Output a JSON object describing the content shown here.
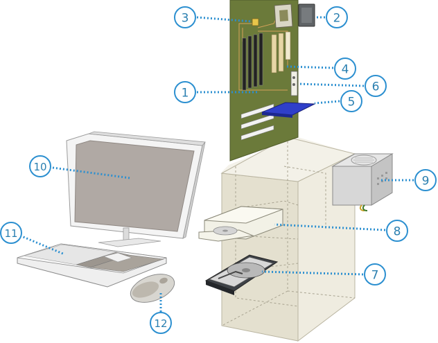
{
  "diagram": {
    "accent_color": "#2b8fd0",
    "number_color": "#2a7fb0",
    "parts": [
      {
        "id": "motherboard",
        "label": "1"
      },
      {
        "id": "cpu",
        "label": "2"
      },
      {
        "id": "cpu-socket",
        "label": "3"
      },
      {
        "id": "ram-slots",
        "label": "4"
      },
      {
        "id": "expansion-card",
        "label": "5"
      },
      {
        "id": "io-ports",
        "label": "6"
      },
      {
        "id": "hard-drive",
        "label": "7"
      },
      {
        "id": "optical-drive",
        "label": "8"
      },
      {
        "id": "power-supply",
        "label": "9"
      },
      {
        "id": "monitor",
        "label": "10"
      },
      {
        "id": "keyboard",
        "label": "11"
      },
      {
        "id": "mouse",
        "label": "12"
      }
    ]
  }
}
